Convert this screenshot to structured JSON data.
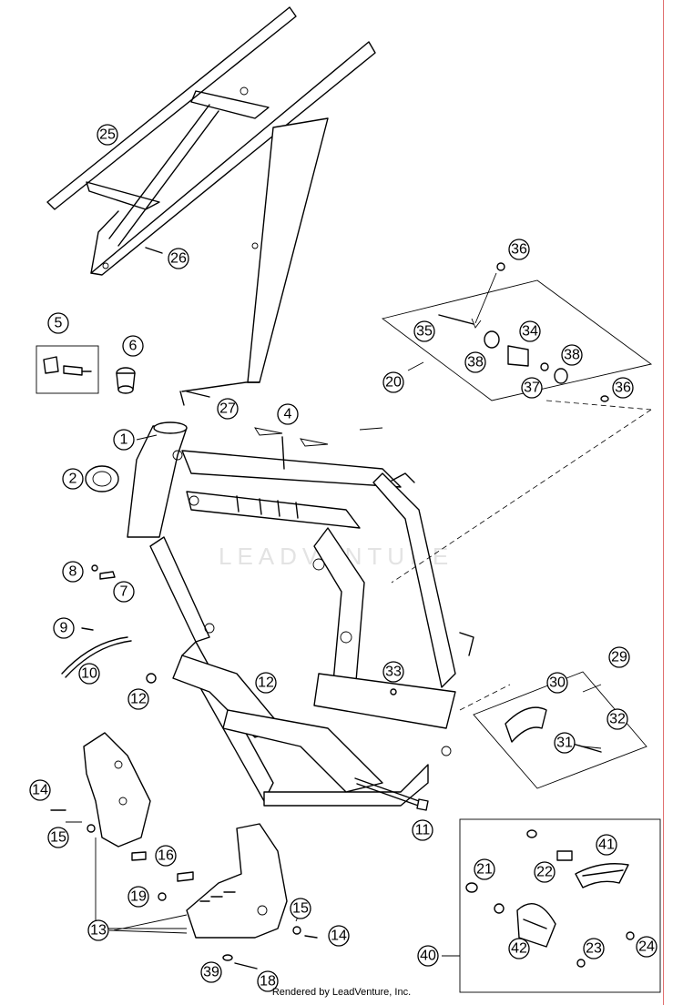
{
  "callouts": [
    {
      "label": "1"
    },
    {
      "label": "2"
    },
    {
      "label": "4"
    },
    {
      "label": "5"
    },
    {
      "label": "6"
    },
    {
      "label": "7"
    },
    {
      "label": "8"
    },
    {
      "label": "9"
    },
    {
      "label": "10"
    },
    {
      "label": "11"
    },
    {
      "label": "12"
    },
    {
      "label": "12"
    },
    {
      "label": "13"
    },
    {
      "label": "14"
    },
    {
      "label": "14"
    },
    {
      "label": "15"
    },
    {
      "label": "15"
    },
    {
      "label": "16"
    },
    {
      "label": "18"
    },
    {
      "label": "19"
    },
    {
      "label": "20"
    },
    {
      "label": "21"
    },
    {
      "label": "22"
    },
    {
      "label": "23"
    },
    {
      "label": "24"
    },
    {
      "label": "25"
    },
    {
      "label": "26"
    },
    {
      "label": "27"
    },
    {
      "label": "29"
    },
    {
      "label": "30"
    },
    {
      "label": "31"
    },
    {
      "label": "32"
    },
    {
      "label": "33"
    },
    {
      "label": "34"
    },
    {
      "label": "35"
    },
    {
      "label": "36"
    },
    {
      "label": "36"
    },
    {
      "label": "37"
    },
    {
      "label": "38"
    },
    {
      "label": "38"
    },
    {
      "label": "39"
    },
    {
      "label": "40"
    },
    {
      "label": "41"
    },
    {
      "label": "42"
    }
  ],
  "watermark": "LEADVENTURE",
  "footer": "Rendered by LeadVenture, Inc."
}
